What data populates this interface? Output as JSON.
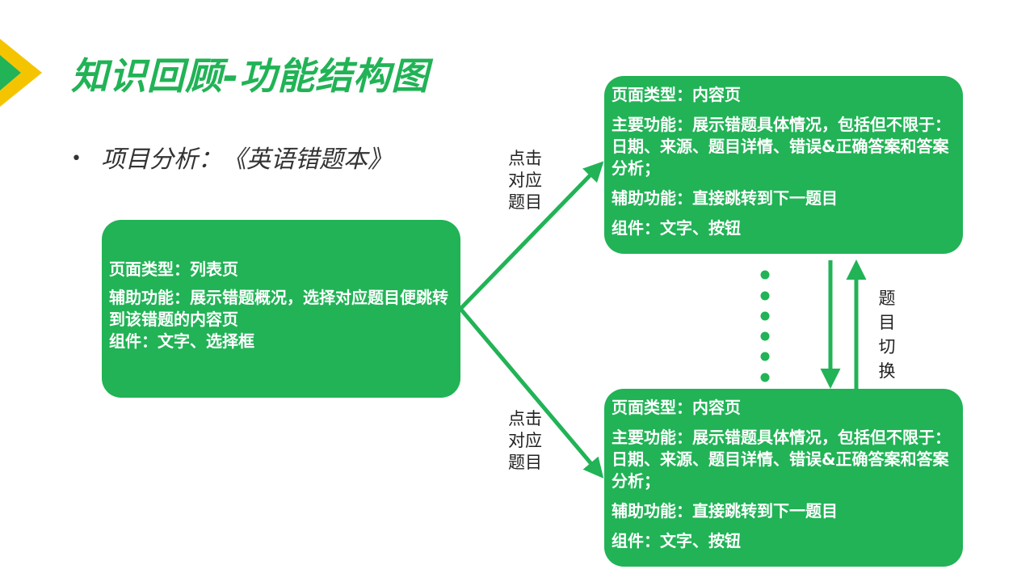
{
  "title": "知识回顾-功能结构图",
  "bullet": {
    "marker": "•",
    "text": "项目分析：《英语错题本》"
  },
  "list_page": {
    "type_line": "页面类型：列表页",
    "aux_line": "辅助功能：展示错题概况，选择对应题目便跳转到该错题的内容页",
    "component_line": "组件：文字、选择框"
  },
  "content_page_top": {
    "type_line": "页面类型：内容页",
    "main_line": "主要功能：展示错题具体情况，包括但不限于：日期、来源、题目详情、错误&正确答案和答案分析；",
    "aux_line": "辅助功能：直接跳转到下一题目",
    "component_line": "组件：文字、按钮"
  },
  "content_page_bottom": {
    "type_line": "页面类型：内容页",
    "main_line": "主要功能：展示错题具体情况，包括但不限于：日期、来源、题目详情、错误&正确答案和答案分析；",
    "aux_line": "辅助功能：直接跳转到下一题目",
    "component_line": "组件：文字、按钮"
  },
  "edges": {
    "click_top": [
      "点击",
      "对应",
      "题目"
    ],
    "click_bottom": [
      "点击",
      "对应",
      "题目"
    ],
    "switch": [
      "题",
      "目",
      "切",
      "换"
    ]
  },
  "colors": {
    "accent": "#21b356",
    "corner_yellow": "#f5c400"
  }
}
